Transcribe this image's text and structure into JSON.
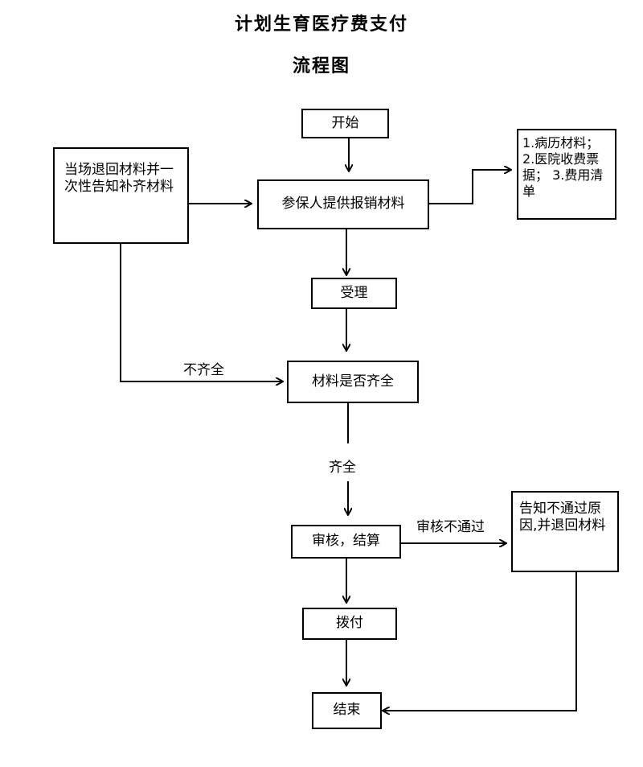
{
  "title_line1": "计划生育医疗费支付",
  "title_line2": "流程图",
  "nodes": {
    "start": "开始",
    "submit": "参保人提供报销材料",
    "materials_list": "1.病历材料；2.医院收费票据； 3.费用清单",
    "return_materials": "当场退回材料并一次性告知补齐材料",
    "accept": "受理",
    "check_complete": "材料是否齐全",
    "review": "审核，结算",
    "reject_notice": "告知不通过原因,并退回材料",
    "payout": "拨付",
    "end": "结束"
  },
  "edge_labels": {
    "incomplete": "不齐全",
    "complete": "齐全",
    "review_failed": "审核不通过"
  }
}
